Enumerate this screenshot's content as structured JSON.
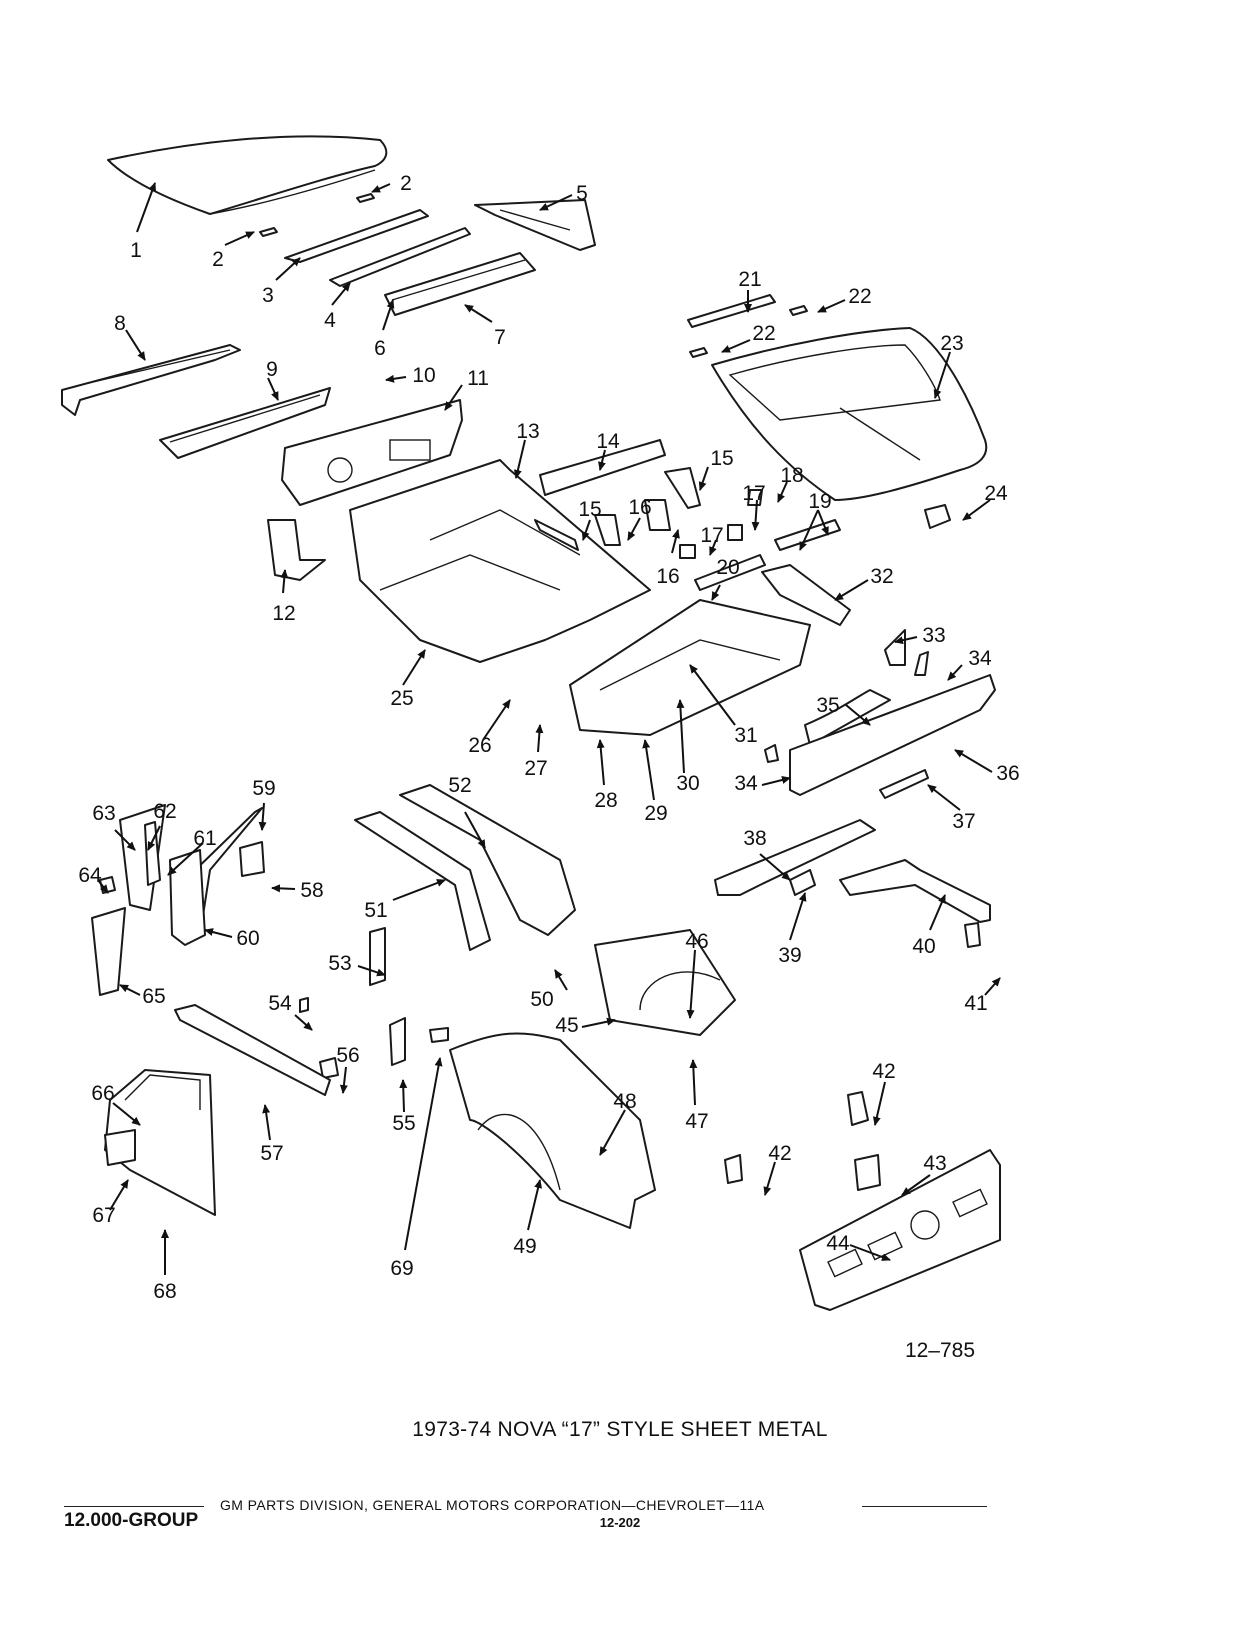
{
  "figure": {
    "id": "12–785",
    "part_numbers": [
      "1",
      "2",
      "3",
      "4",
      "5",
      "6",
      "7",
      "8",
      "9",
      "10",
      "11",
      "12",
      "13",
      "14",
      "15",
      "16",
      "17",
      "18",
      "19",
      "20",
      "21",
      "22",
      "23",
      "24",
      "25",
      "26",
      "27",
      "28",
      "29",
      "30",
      "31",
      "32",
      "33",
      "34",
      "35",
      "36",
      "37",
      "38",
      "39",
      "40",
      "41",
      "42",
      "43",
      "44",
      "45",
      "46",
      "47",
      "48",
      "49",
      "50",
      "51",
      "52",
      "53",
      "54",
      "55",
      "56",
      "57",
      "58",
      "59",
      "60",
      "61",
      "62",
      "63",
      "64",
      "65",
      "66",
      "67",
      "68",
      "69"
    ]
  },
  "caption": "1973-74 NOVA “17” STYLE SHEET METAL",
  "footer": {
    "division_line": "GM PARTS DIVISION,  GENERAL MOTORS CORPORATION—CHEVROLET—11A",
    "group": "12.000-GROUP",
    "page": "12-202"
  }
}
